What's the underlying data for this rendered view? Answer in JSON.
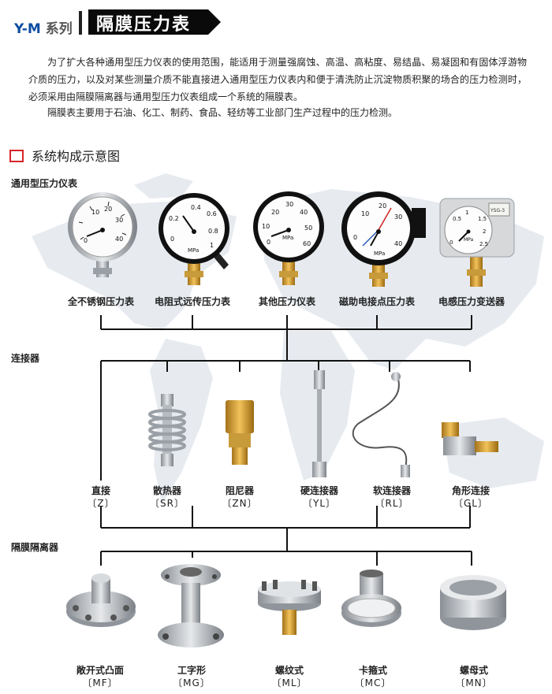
{
  "header": {
    "series": "Y-M",
    "series_suffix": "系列",
    "title": "隔膜压力表"
  },
  "intro": {
    "paragraph1": "为了扩大各种通用型压力仪表的使用范围，能适用于测量强腐蚀、高温、高粘度、易结晶、易凝固和有固体浮游物介质的压力，以及对某些测量介质不能直接进入通用型压力仪表内和便于清洗防止沉淀物质积聚的场合的压力检测时，必须采用由隔膜隔离器与通用型压力仪表组成一个系统的隔膜表。",
    "paragraph2": "隔膜表主要用于石油、化工、制药、食品、轻纺等工业部门生产过程中的压力检测。"
  },
  "section": {
    "title": "系统构成示意图"
  },
  "gauges": {
    "group_label": "通用型压力仪表",
    "items": [
      {
        "label": "全不锈钢压力表"
      },
      {
        "label": "电阻式远传压力表"
      },
      {
        "label": "其他压力仪表"
      },
      {
        "label": "磁助电接点压力表"
      },
      {
        "label": "电感压力变送器"
      }
    ]
  },
  "connectors": {
    "group_label": "连接器",
    "items": [
      {
        "label": "直接",
        "code": "〔Z〕"
      },
      {
        "label": "散热器",
        "code": "〔SR〕"
      },
      {
        "label": "阻尼器",
        "code": "〔ZN〕"
      },
      {
        "label": "硬连接器",
        "code": "〔YL〕"
      },
      {
        "label": "软连接器",
        "code": "〔RL〕"
      },
      {
        "label": "角形连接",
        "code": "〔GL〕"
      }
    ]
  },
  "isolators": {
    "group_label": "隔膜隔离器",
    "items": [
      {
        "label": "敞开式凸面",
        "code": "〔MF〕"
      },
      {
        "label": "工字形",
        "code": "〔MG〕"
      },
      {
        "label": "螺纹式",
        "code": "〔ML〕"
      },
      {
        "label": "卡箍式",
        "code": "〔MC〕"
      },
      {
        "label": "螺母式",
        "code": "〔MN〕"
      }
    ]
  },
  "dials": {
    "g1": [
      "10",
      "20",
      "30",
      "40",
      "0"
    ],
    "g2": [
      "0.4",
      "0.6",
      "0.2",
      "0.8",
      "0",
      "1",
      "MPa"
    ],
    "g3": [
      "20",
      "30",
      "40",
      "10",
      "50",
      "0",
      "60",
      "MPa"
    ],
    "g4": [
      "10",
      "20",
      "30",
      "40",
      "0",
      "MPa"
    ],
    "g5": [
      "0.5",
      "1",
      "1.5",
      "2",
      "2.5",
      "0",
      "MPa"
    ],
    "g5_top": "YSG-3"
  },
  "colors": {
    "accent_blue": "#0c4da2",
    "banner_dark": "#0a0a0a",
    "section_red": "#d9262b",
    "world_map": "#e9edf1"
  }
}
